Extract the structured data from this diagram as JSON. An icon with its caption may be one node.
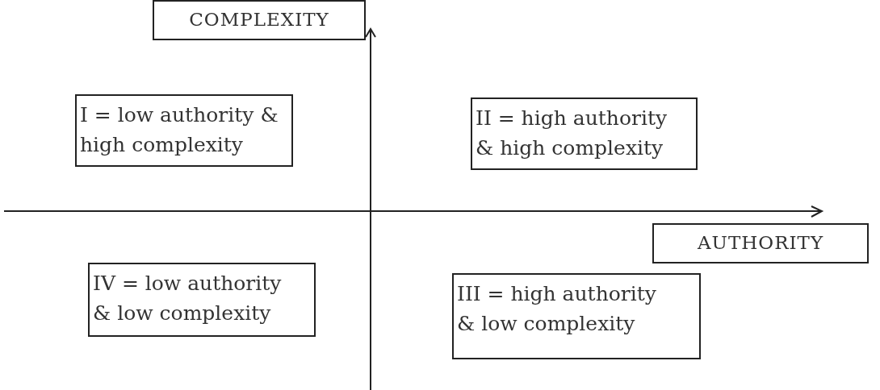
{
  "diagram": {
    "nodes": [
      {
        "text": [
          "COMPLEXITY"
        ]
      },
      {
        "text": [
          "I = low authority & high complexity"
        ]
      },
      {
        "text": [
          "II = high authority & high complexity"
        ]
      },
      {
        "text": [
          "AUTHORITY"
        ]
      },
      {
        "text": [
          "IV = low authority & low complexity"
        ]
      },
      {
        "text": [
          "III = high authority & low complexity"
        ]
      }
    ]
  }
}
